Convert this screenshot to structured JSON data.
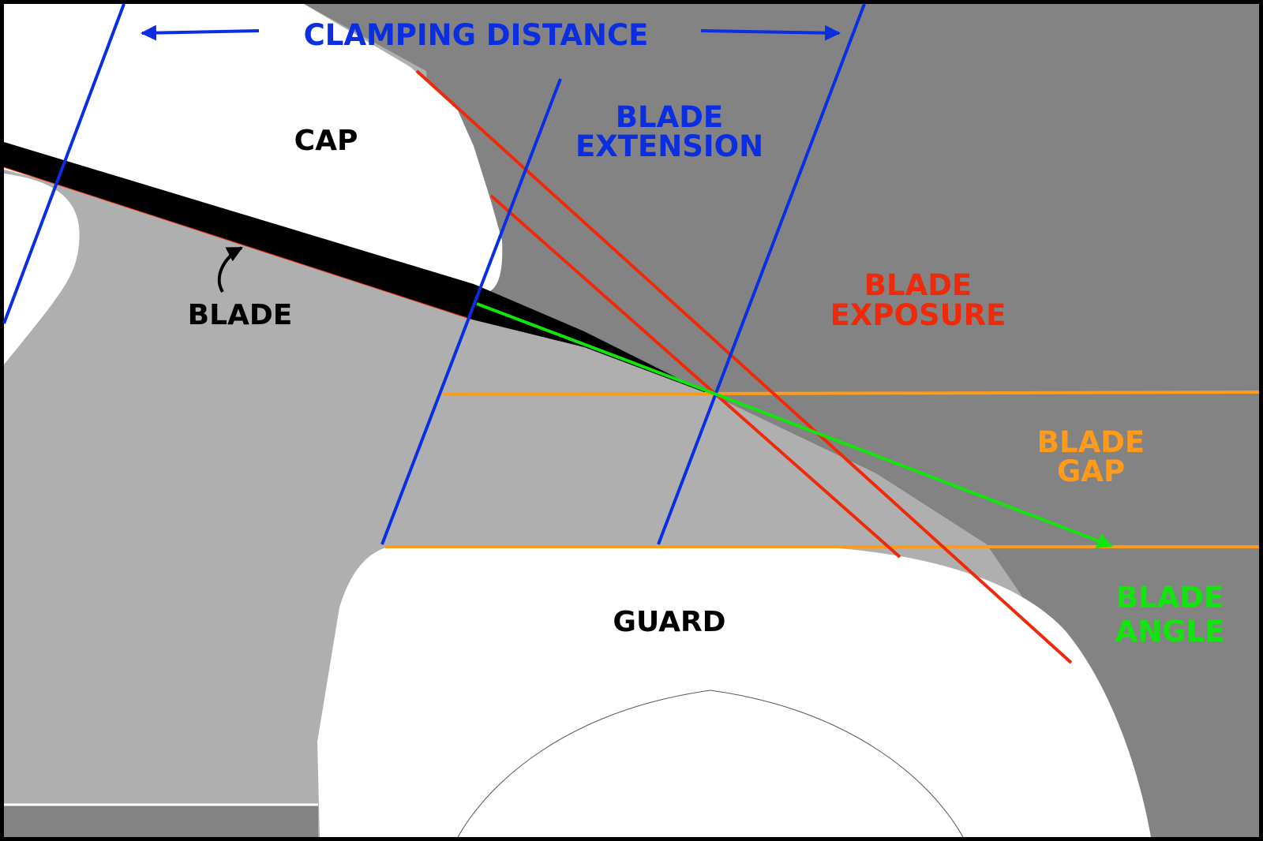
{
  "colors": {
    "frame": "#000000",
    "background_dark": "#838383",
    "body_light": "#afafaf",
    "white": "#ffffff",
    "blade": "#000000",
    "clamping_blue": "#0a2ee0",
    "exposure_red": "#ef2a0a",
    "gap_orange": "#ff9a1a",
    "angle_green": "#12e50d"
  },
  "labels": {
    "clamping_distance": "CLAMPING DISTANCE",
    "cap": "CAP",
    "blade": "BLADE",
    "blade_extension_1": "BLADE",
    "blade_extension_2": "EXTENSION",
    "blade_exposure_1": "BLADE",
    "blade_exposure_2": "EXPOSURE",
    "blade_gap_1": "BLADE",
    "blade_gap_2": "GAP",
    "blade_angle_1": "BLADE",
    "blade_angle_2": "ANGLE",
    "guard": "GUARD"
  }
}
